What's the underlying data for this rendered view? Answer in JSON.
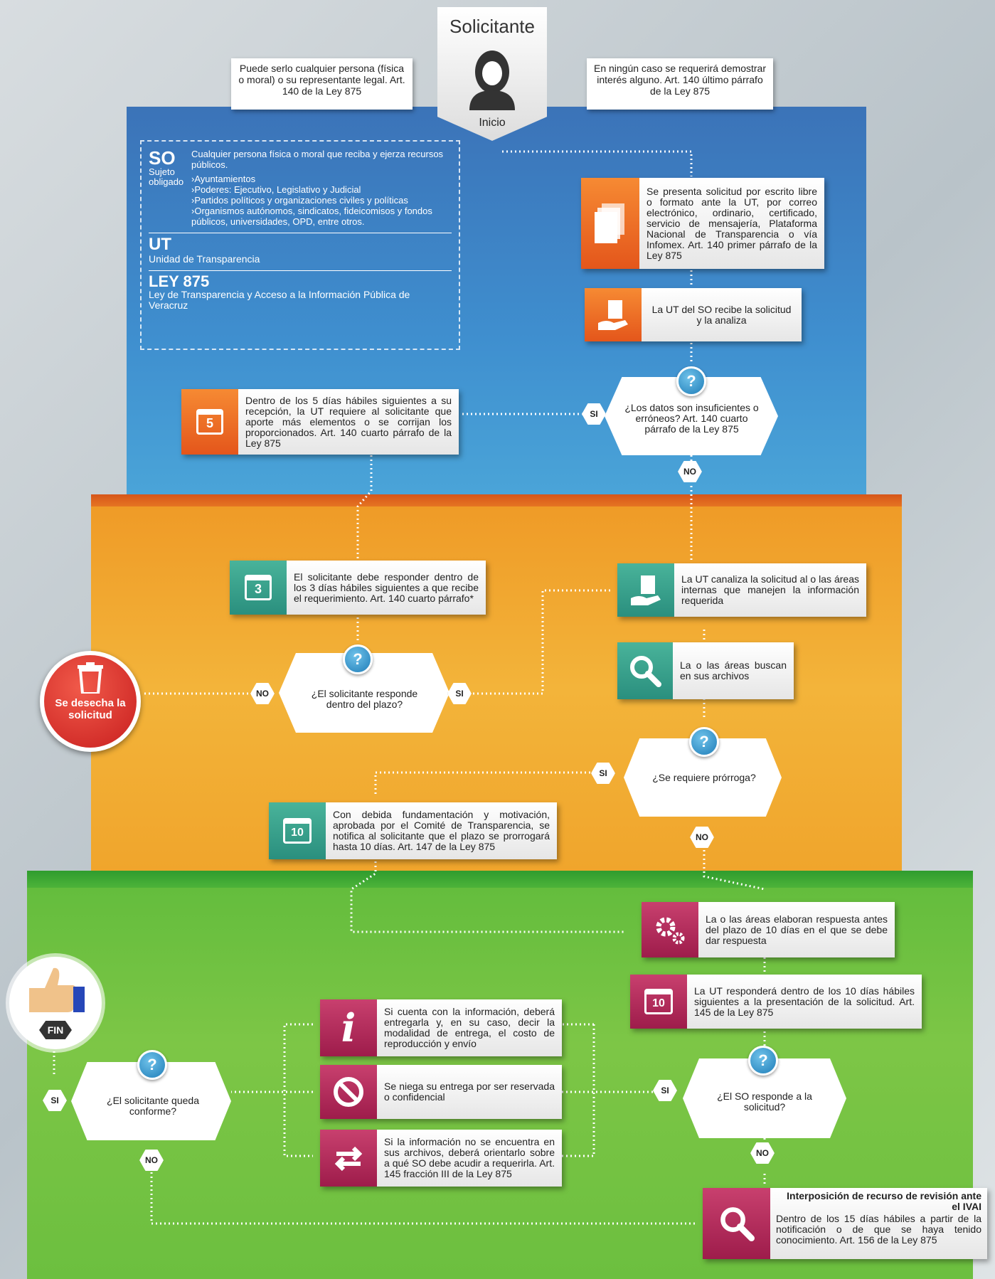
{
  "solicitante": {
    "title": "Solicitante",
    "start": "Inicio"
  },
  "left_note": "Puede serlo cualquier persona (física o moral) o su representante legal. Art. 140 de la Ley 875",
  "right_note": "En ningún caso se requerirá demostrar interés alguno. Art. 140 último párrafo de la Ley 875",
  "glossary": {
    "so_abbr": "SO",
    "so_name": "Sujeto obligado",
    "so_desc": "Cualquier persona física o moral que reciba y ejerza recursos públicos.",
    "so_items": [
      "›Ayuntamientos",
      "›Poderes: Ejecutivo, Legislativo y Judicial",
      "›Partidos políticos y organizaciones civiles y políticas",
      "›Organismos autónomos, sindicatos, fideicomisos y fondos públicos, universidades, OPD, entre otros."
    ],
    "ut_abbr": "UT",
    "ut_name": "Unidad de Transparencia",
    "ley_abbr": "LEY 875",
    "ley_name": "Ley de Transparencia y Acceso a la Información Pública de Veracruz"
  },
  "steps": {
    "presenta": "Se presenta solicitud por escrito libre o formato ante la UT, por correo electrónico, ordinario, certificado, servicio de mensajería, Plataforma Nacional de Transparencia o vía Infomex. Art. 140 primer párrafo de la Ley 875",
    "recibe": "La UT del SO recibe la solicitud y la analiza",
    "q_datos": "¿Los datos son insuficientes o erróneos? Art. 140 cuarto párrafo de la Ley 875",
    "requiere": "Dentro de los 5 días hábiles siguientes a su recepción, la UT requiere al solicitante que aporte más elementos o se corrijan los proporcionados. Art. 140 cuarto párrafo de la Ley 875",
    "responder3": "El solicitante debe responder dentro de los 3 días hábiles siguientes a que recibe el requerimiento. Art. 140 cuarto párrafo*",
    "q_responde": "¿El solicitante responde dentro del plazo?",
    "desecha": "Se desecha la solicitud",
    "canaliza": "La UT canaliza la solicitud al o las áreas internas que manejen la información requerida",
    "buscan": "La o las áreas buscan en sus archivos",
    "q_prorroga": "¿Se requiere prórroga?",
    "prorroga": "Con debida fundamentación y motivación, aprobada por el Comité de Transparencia, se notifica al solicitante que el plazo se prorrogará hasta 10 días. Art. 147 de la Ley 875",
    "elaboran": "La o las áreas elaboran respuesta antes del plazo de 10 días en el que se debe dar respuesta",
    "responde10": "La UT responderá dentro de los 10 días hábiles siguientes a la presentación de la solicitud. Art. 145 de la Ley 875",
    "q_so": "¿El SO responde a la solicitud?",
    "entrega": "Si cuenta con la información, deberá entregarla y, en su caso, decir la modalidad de entrega, el costo de reproducción y envío",
    "niega": "Se niega su entrega por ser reservada o confidencial",
    "orienta": "Si la información no se encuentra en sus archivos, deberá orientarlo sobre a qué SO debe acudir a requerirla. Art. 145 fracción III de la Ley 875",
    "q_conforme": "¿El solicitante queda conforme?",
    "fin": "FIN",
    "recurso_title": "Interposición de recurso de revisión ante el IVAI",
    "recurso_text": "Dentro de los 15 días hábiles a partir de la notificación o de que se haya tenido conocimiento. Art. 156 de la Ley 875"
  },
  "labels": {
    "si": "SI",
    "no": "NO",
    "q": "?"
  },
  "calendar": {
    "five": "5",
    "three": "3",
    "ten": "10"
  },
  "colors": {
    "blue": "#3f8fcf",
    "orange": "#f3b43a",
    "green": "#7dc646",
    "card_orange": "#e4561b",
    "card_teal": "#2a8f7e",
    "card_magenta": "#9e1c4b"
  }
}
